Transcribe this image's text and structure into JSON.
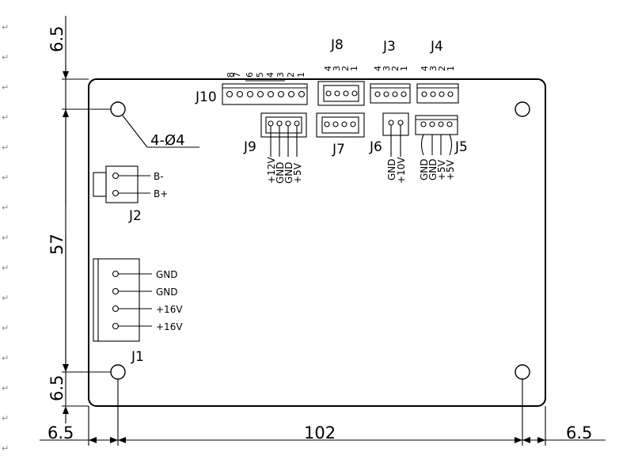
{
  "dimensions": {
    "top_margin": "6.5",
    "height": "57",
    "bottom_margin": "6.5",
    "left_margin": "6.5",
    "width": "102",
    "right_margin": "6.5"
  },
  "hole_note": "4-Ø4",
  "connectors": {
    "j10": {
      "label": "J10",
      "pins": [
        "8",
        "7",
        "6",
        "5",
        "4",
        "3",
        "2",
        "1"
      ]
    },
    "j8": {
      "label": "J8",
      "pins": [
        "4",
        "3",
        "2",
        "1"
      ]
    },
    "j3": {
      "label": "J3",
      "pins": [
        "4",
        "3",
        "2",
        "1"
      ]
    },
    "j4": {
      "label": "J4",
      "pins": [
        "4",
        "3",
        "2",
        "1"
      ]
    },
    "j9": {
      "label": "J9",
      "signals": [
        "+12V",
        "GND",
        "GND",
        "+5V"
      ]
    },
    "j7": {
      "label": "J7"
    },
    "j6": {
      "label": "J6",
      "signals": [
        "GND",
        "+10V"
      ]
    },
    "j5": {
      "label": "J5",
      "signals": [
        "GND",
        "GND",
        "+5V",
        "+5V"
      ]
    },
    "j2": {
      "label": "J2",
      "signals": [
        "B-",
        "B+"
      ]
    },
    "j1": {
      "label": "J1",
      "signals": [
        "GND",
        "GND",
        "+16V",
        "+16V"
      ]
    }
  },
  "margin_mark": "↵"
}
